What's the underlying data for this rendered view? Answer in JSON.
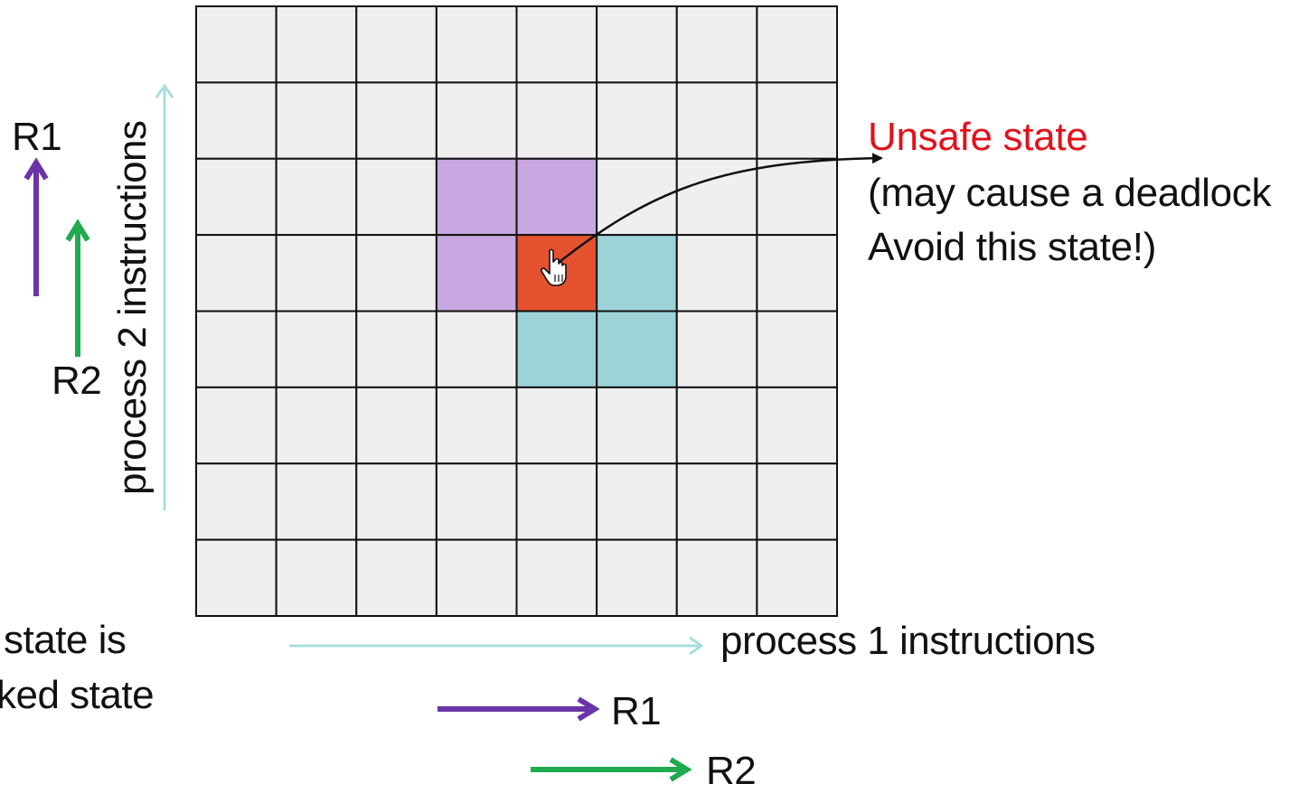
{
  "annotation": {
    "title": "Unsafe state",
    "line2": "(may cause a  deadlock",
    "line3": "Avoid this state!)",
    "title_color": "#e0121b"
  },
  "axes": {
    "x_label": "process 1 instructions",
    "y_label": "process 2 instructions",
    "axis_arrow_color": "#a8dde0"
  },
  "resource_arrows": {
    "left": [
      {
        "label": "R1",
        "color": "#6a35a8"
      },
      {
        "label": "R2",
        "color": "#1faa4f"
      }
    ],
    "bottom": [
      {
        "label": "R1",
        "color": "#6a35a8"
      },
      {
        "label": "R2",
        "color": "#1faa4f"
      }
    ]
  },
  "left_text": {
    "line1": "state is",
    "line2": "ked state"
  },
  "grid": {
    "rows": 8,
    "cols": 8,
    "default_color": "#efefef",
    "line_color": "#111111",
    "highlighted_cells": [
      {
        "row": 2,
        "col": 3,
        "color": "#c8a8e0",
        "role": "R1 region"
      },
      {
        "row": 2,
        "col": 4,
        "color": "#c8a8e0",
        "role": "R1 region"
      },
      {
        "row": 3,
        "col": 3,
        "color": "#c8a8e0",
        "role": "R1 region"
      },
      {
        "row": 3,
        "col": 4,
        "color": "#e4522f",
        "role": "unsafe"
      },
      {
        "row": 3,
        "col": 5,
        "color": "#9bd3d6",
        "role": "R2 region"
      },
      {
        "row": 4,
        "col": 4,
        "color": "#9bd3d6",
        "role": "R2 region"
      },
      {
        "row": 4,
        "col": 5,
        "color": "#9bd3d6",
        "role": "R2 region"
      }
    ]
  },
  "icons": {
    "cursor": "hand-pointer-icon"
  }
}
